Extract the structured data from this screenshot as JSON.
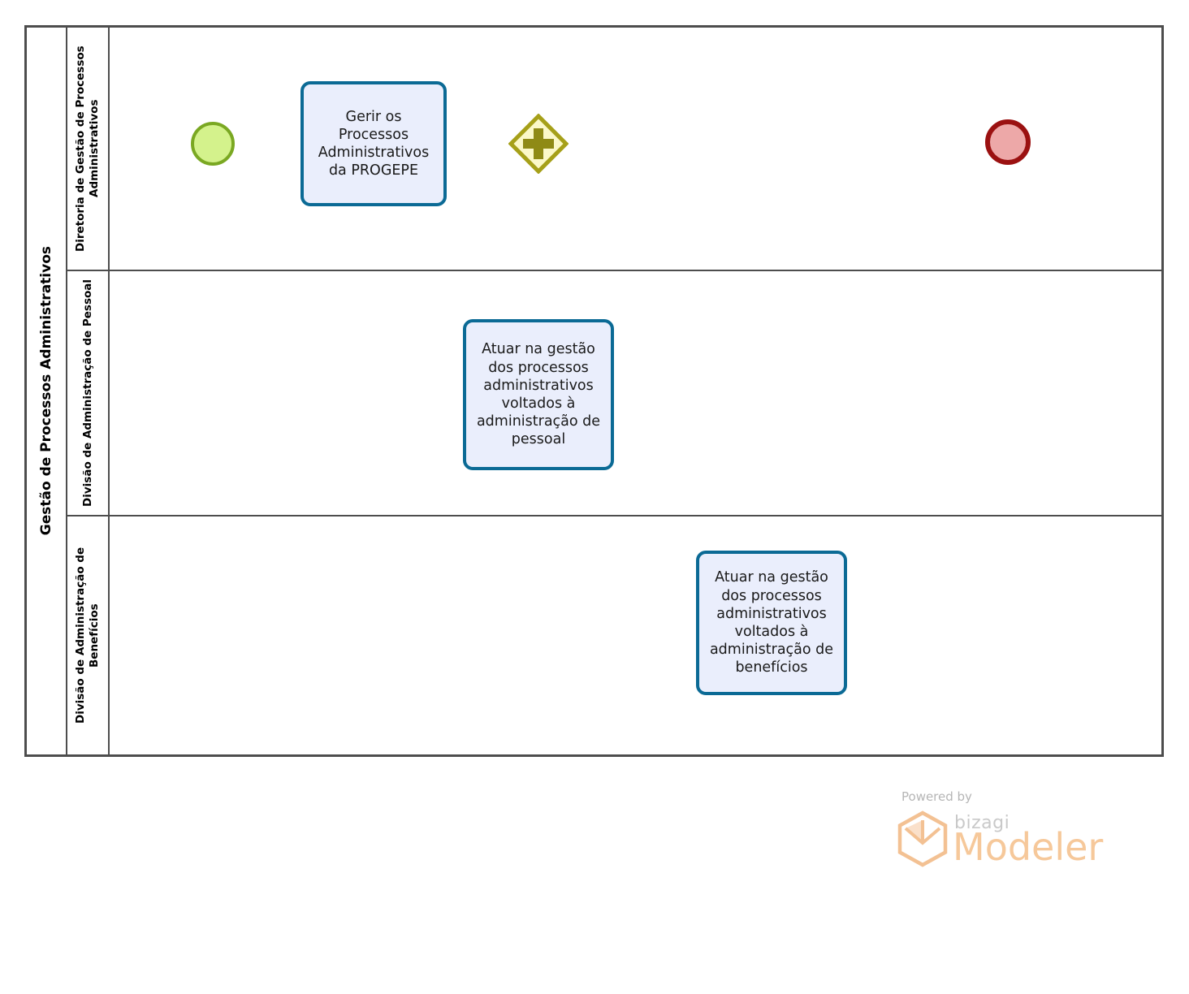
{
  "diagram": {
    "type": "bpmn-process",
    "pool": {
      "title": "Gestão de Processos Administrativos"
    },
    "lanes": [
      {
        "id": "lane1",
        "title": "Diretoria de Gestão de Processos Administrativos"
      },
      {
        "id": "lane2",
        "title": "Divisão de Administração de Pessoal"
      },
      {
        "id": "lane3",
        "title": "Divisão de Administração de Benefícios"
      }
    ],
    "nodes": {
      "start_event": {
        "kind": "start-event",
        "label": "",
        "lane": "lane1"
      },
      "task_gerir": {
        "kind": "task",
        "label": "Gerir os Processos Administrativos da PROGEPE",
        "lane": "lane1"
      },
      "gateway": {
        "kind": "parallel-gateway",
        "label": "",
        "lane": "lane1"
      },
      "task_pessoal": {
        "kind": "task",
        "label": "Atuar na gestão dos processos administrativos voltados à administração de pessoal",
        "lane": "lane2"
      },
      "task_beneficios": {
        "kind": "task",
        "label": "Atuar na gestão dos processos administrativos voltados à administração de benefícios",
        "lane": "lane3"
      },
      "end_event": {
        "kind": "end-event",
        "label": "",
        "lane": "lane1"
      }
    },
    "flows": [
      {
        "from": "start_event",
        "to": "task_gerir"
      },
      {
        "from": "task_gerir",
        "to": "gateway"
      },
      {
        "from": "gateway",
        "to": "task_pessoal"
      },
      {
        "from": "gateway",
        "to": "task_beneficios"
      },
      {
        "from": "task_pessoal",
        "to": "end_event"
      },
      {
        "from": "task_beneficios",
        "to": "end_event"
      }
    ],
    "colors": {
      "pool_border": "#4d4d4d",
      "task_fill": "#eaeefc",
      "task_border": "#0b6a95",
      "start_fill": "#d4f28c",
      "start_border": "#7aa822",
      "end_fill": "#eda8a8",
      "end_border": "#9b1111",
      "gateway_fill": "#fbf8c8",
      "gateway_border": "#a6a019",
      "gateway_symbol": "#8f8a15",
      "connector": "#000000"
    }
  },
  "footer": {
    "powered_by": "Powered by",
    "brand_small": "bizagi",
    "brand_large": "Modeler",
    "brand_color": "#f6c89a"
  }
}
